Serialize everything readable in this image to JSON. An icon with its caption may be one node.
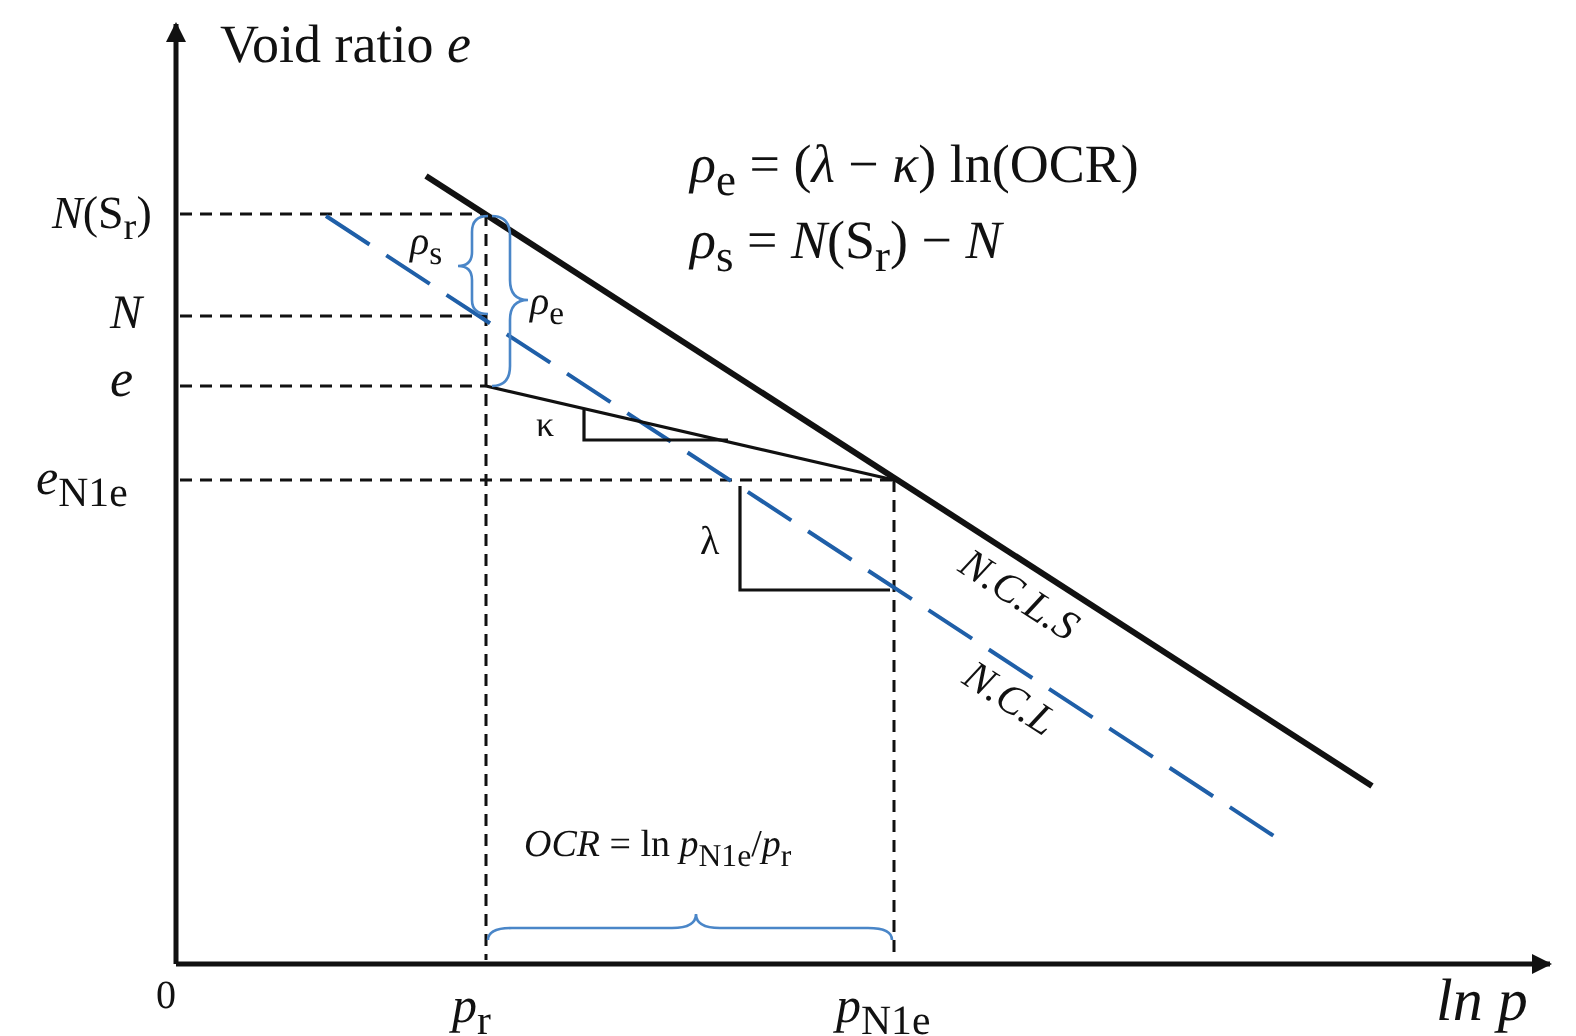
{
  "diagram": {
    "labels": [
      "Void ratio *e*",
      "*ρ*$_{e}$ = (*λ* − *κ*) ln(OCR)",
      "*ρ*$_{s}$ = *N*(S$_{r}$) − *N*",
      "*N*(S$_{r}$)",
      "*ρ*$_{s}$",
      "*N*",
      "*ρ*$_{e}$",
      "*e*",
      "κ",
      "*e*$_{N1e}$",
      "λ",
      "N.C.L.S",
      "N.C.L",
      "*OCR* = ln *p*$_{N1e}$/*p*$_{r}$",
      "0",
      "*p*$_{r}$",
      "*p*$_{N1e}$",
      "*ln p*"
    ]
  }
}
